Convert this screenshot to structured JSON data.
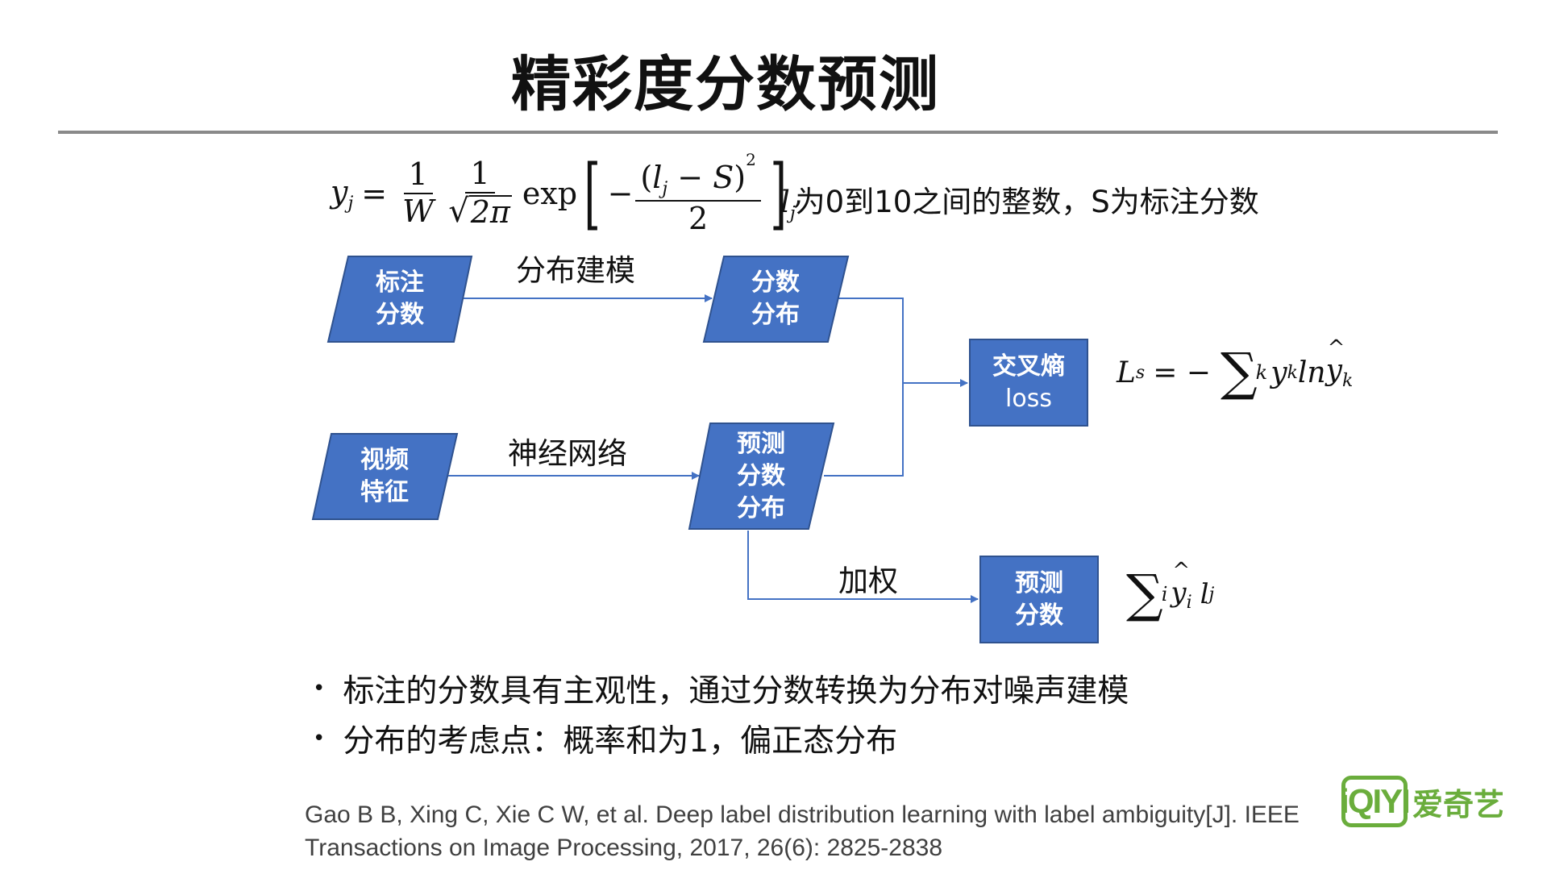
{
  "title": "精彩度分数预测",
  "formula": {
    "lhs": "y",
    "lhs_sub": "j",
    "eq": "=",
    "frac1_num": "1",
    "frac1_den": "W",
    "frac2_num": "1",
    "frac2_den_radicand": "2π",
    "exp": "exp",
    "minus": "−",
    "inner_num": "(l",
    "inner_num_sub": "j",
    "inner_num_rest": " − S)",
    "inner_num_pow": "2",
    "inner_den": "2",
    "trail": ","
  },
  "formula_note": {
    "var": "l",
    "var_sub": "j",
    "text": "为0到10之间的整数，S为标注分数"
  },
  "nodes": {
    "label_scores": [
      "标注",
      "分数"
    ],
    "score_distribution": [
      "分数",
      "分布"
    ],
    "video_features": [
      "视频",
      "特征"
    ],
    "predicted_distribution": [
      "预测",
      "分数",
      "分布"
    ],
    "cross_entropy": [
      "交叉熵",
      "loss"
    ],
    "predicted_score": [
      "预测",
      "分数"
    ]
  },
  "edges": {
    "distribution_modeling": "分布建模",
    "neural_network": "神经网络",
    "weighting": "加权"
  },
  "loss_formula": {
    "lhs": "L",
    "lhs_sub": "s",
    "eq": "= −",
    "sum_sub": "k",
    "term1": "y",
    "term1_sub": "k",
    "ln": "ln",
    "term2": "y",
    "term2_sub": "k"
  },
  "sum_formula": {
    "sum_sub": "i",
    "term1": "y",
    "term1_sub": "i",
    "term2": "l",
    "term2_sub": "j"
  },
  "bullets": [
    "标注的分数具有主观性，通过分数转换为分布对噪声建模",
    "分布的考虑点：概率和为1，偏正态分布"
  ],
  "citation": [
    "Gao B B, Xing C, Xie C W, et al. Deep label distribution learning with label ambiguity[J]. IEEE",
    "Transactions on Image Processing, 2017, 26(6): 2825-2838"
  ],
  "logo": {
    "badge": "iQIYI",
    "text": "爱奇艺"
  },
  "colors": {
    "node_fill": "#4472c4",
    "node_stroke": "#2f528f",
    "arrow": "#4472c4",
    "logo": "#6aad3c"
  }
}
